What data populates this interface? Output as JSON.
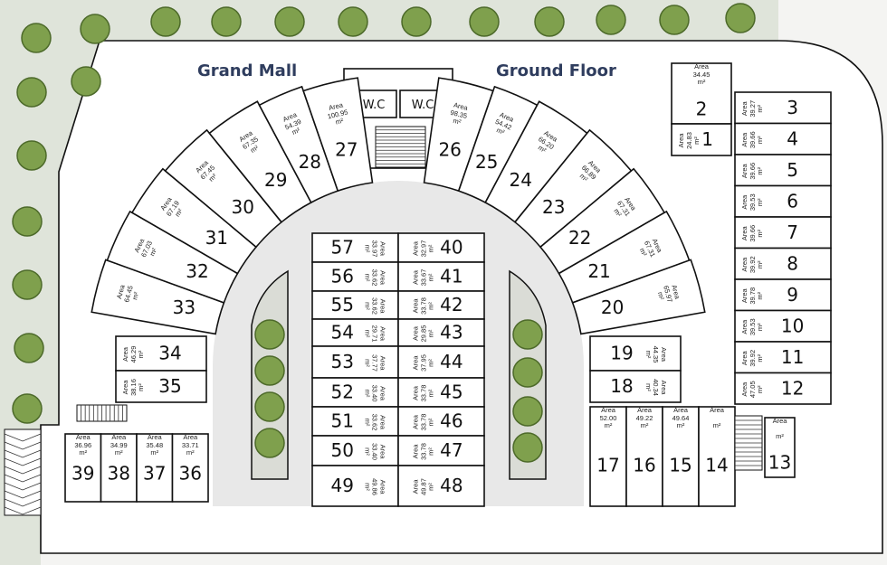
{
  "header": {
    "title_left": "Grand Mall",
    "title_right": "Ground Floor"
  },
  "labels": {
    "area": "Area",
    "unit": "m²",
    "wc": "W.C"
  },
  "units": {
    "fan_left": [
      {
        "id": "33",
        "area": "64.45"
      },
      {
        "id": "32",
        "area": "67.03"
      },
      {
        "id": "31",
        "area": "67.19"
      },
      {
        "id": "30",
        "area": "67.45"
      },
      {
        "id": "29",
        "area": "67.35"
      },
      {
        "id": "28",
        "area": "54.39"
      },
      {
        "id": "27",
        "area": "100.95"
      }
    ],
    "fan_right": [
      {
        "id": "26",
        "area": "98.35"
      },
      {
        "id": "25",
        "area": "54.42"
      },
      {
        "id": "24",
        "area": "66.20"
      },
      {
        "id": "23",
        "area": "66.89"
      },
      {
        "id": "22",
        "area": "67.31"
      },
      {
        "id": "21",
        "area": "67.31"
      },
      {
        "id": "20",
        "area": "65.97"
      }
    ],
    "west_small": [
      {
        "id": "34",
        "area": "46.29"
      },
      {
        "id": "35",
        "area": "38.16"
      }
    ],
    "east_small": [
      {
        "id": "19",
        "area": "44.35"
      },
      {
        "id": "18",
        "area": "40.34"
      }
    ],
    "center_left": [
      {
        "id": "57",
        "area": "33.97"
      },
      {
        "id": "56",
        "area": "33.62"
      },
      {
        "id": "55",
        "area": "33.62"
      },
      {
        "id": "54",
        "area": "29.71"
      },
      {
        "id": "53",
        "area": "37.77"
      },
      {
        "id": "52",
        "area": "33.40"
      },
      {
        "id": "51",
        "area": "33.62"
      },
      {
        "id": "50",
        "area": "33.40"
      },
      {
        "id": "49",
        "area": "49.86"
      }
    ],
    "center_right": [
      {
        "id": "40",
        "area": "32.97"
      },
      {
        "id": "41",
        "area": "33.67"
      },
      {
        "id": "42",
        "area": "33.78"
      },
      {
        "id": "43",
        "area": "29.85"
      },
      {
        "id": "44",
        "area": "37.95"
      },
      {
        "id": "45",
        "area": "33.78"
      },
      {
        "id": "46",
        "area": "33.78"
      },
      {
        "id": "47",
        "area": "33.78"
      },
      {
        "id": "48",
        "area": "49.87"
      }
    ],
    "east_row": [
      {
        "id": "3",
        "area": "39.27"
      },
      {
        "id": "4",
        "area": "39.66"
      },
      {
        "id": "5",
        "area": "39.66"
      },
      {
        "id": "6",
        "area": "39.53"
      },
      {
        "id": "7",
        "area": "39.66"
      },
      {
        "id": "8",
        "area": "39.92"
      },
      {
        "id": "9",
        "area": "39.78"
      },
      {
        "id": "10",
        "area": "39.53"
      },
      {
        "id": "11",
        "area": "39.92"
      },
      {
        "id": "12",
        "area": "47.05"
      }
    ],
    "northeast": [
      {
        "id": "2",
        "area": "34.45"
      },
      {
        "id": "1",
        "area": "24.83"
      }
    ],
    "south_east": [
      {
        "id": "17",
        "area": "52.00"
      },
      {
        "id": "16",
        "area": "49.22"
      },
      {
        "id": "15",
        "area": "49.64"
      },
      {
        "id": "14",
        "area": ""
      }
    ],
    "stair_unit": [
      {
        "id": "13",
        "area": ""
      }
    ],
    "south_west": [
      {
        "id": "39",
        "area": "36.96"
      },
      {
        "id": "38",
        "area": "34.99"
      },
      {
        "id": "37",
        "area": "35.48"
      },
      {
        "id": "36",
        "area": "33.71"
      }
    ]
  },
  "colors": {
    "title": "#2f3d5e",
    "landscape": "#dfe4da",
    "corridor": "#e8e8e8",
    "tree": "#7fa04d"
  }
}
